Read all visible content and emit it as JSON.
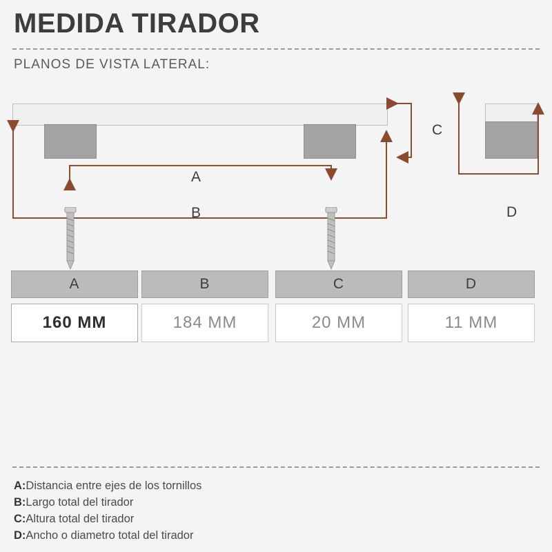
{
  "header": {
    "title": "MEDIDA TIRADOR",
    "subtitle": "PLANOS DE VISTA LATERAL:"
  },
  "diagram": {
    "labels": {
      "a": "A",
      "b": "B",
      "c": "C",
      "d": "D"
    },
    "arrow_color": "#8a4b31",
    "metal_light": "#efefef",
    "metal_dark": "#a3a3a3"
  },
  "table": {
    "headers": [
      "A",
      "B",
      "C",
      "D"
    ],
    "values": [
      "160 MM",
      "184 MM",
      "20 MM",
      "11 MM"
    ],
    "highlight_index": 0,
    "header_bg": "#bbbbbb"
  },
  "legend": [
    {
      "key": "A:",
      "text": "Distancia entre ejes de los tornillos"
    },
    {
      "key": "B:",
      "text": "Largo total del tirador"
    },
    {
      "key": "C:",
      "text": "Altura total del tirador"
    },
    {
      "key": "D:",
      "text": "Ancho o diametro total del tirador"
    }
  ]
}
